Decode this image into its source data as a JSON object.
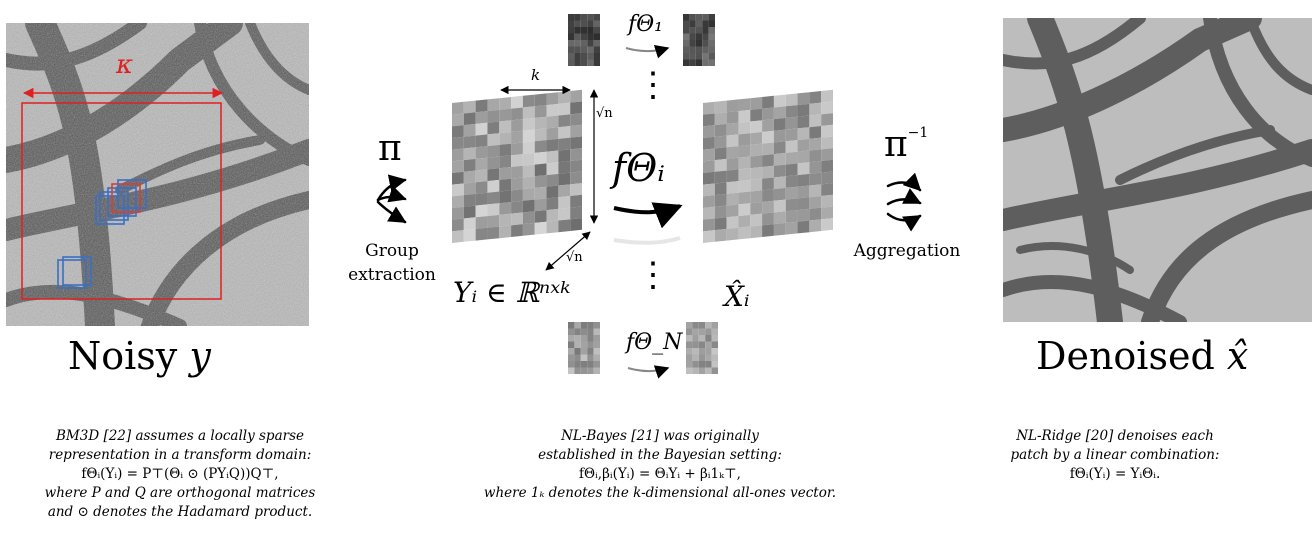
{
  "left_panel": {
    "kappa": "κ",
    "title_text": "Noisy ",
    "title_var": "y"
  },
  "left_arrow": {
    "pi": "π",
    "label_line1": "Group",
    "label_line2": "extraction"
  },
  "center": {
    "k_label": "k",
    "sqrt_n_right": "√n",
    "sqrt_n_diag": "√n",
    "f_top": "fΘ₁",
    "f_main": "fΘᵢ",
    "f_bottom": "fΘ_N",
    "vdots": "⋮",
    "Y_label": "Yᵢ ∈ ℝⁿˣᵏ",
    "X_label": "X̂ᵢ"
  },
  "right_arrow": {
    "pi_inv": "π",
    "pi_exp": "−1",
    "label": "Aggregation"
  },
  "right_panel": {
    "title_text": "Denoised ",
    "title_var": "x̂"
  },
  "captions": {
    "left": [
      "BM3D [22] assumes a locally sparse",
      "representation in a transform domain:",
      "fΘᵢ(Yᵢ) = P⊤(Θᵢ ⊙ (PYᵢQ))Q⊤,",
      "where P and Q are orthogonal matrices",
      "and ⊙ denotes the Hadamard product."
    ],
    "center": [
      "NL-Bayes [21] was originally",
      "established in the Bayesian setting:",
      "fΘᵢ,βᵢ(Yᵢ) = ΘᵢYᵢ + βᵢ1ₖ⊤,",
      "where 1ₖ denotes the k-dimensional all-ones vector."
    ],
    "right": [
      "NL-Ridge [20] denoises each",
      "patch by a linear combination:",
      "fΘᵢ(Yᵢ) = YᵢΘᵢ."
    ]
  },
  "colors": {
    "red_box": "#e02020",
    "blue_patches": "#3b6fc4",
    "noisy_bg": "#b4b4b4",
    "denoised_bg": "#bdbdbd"
  }
}
